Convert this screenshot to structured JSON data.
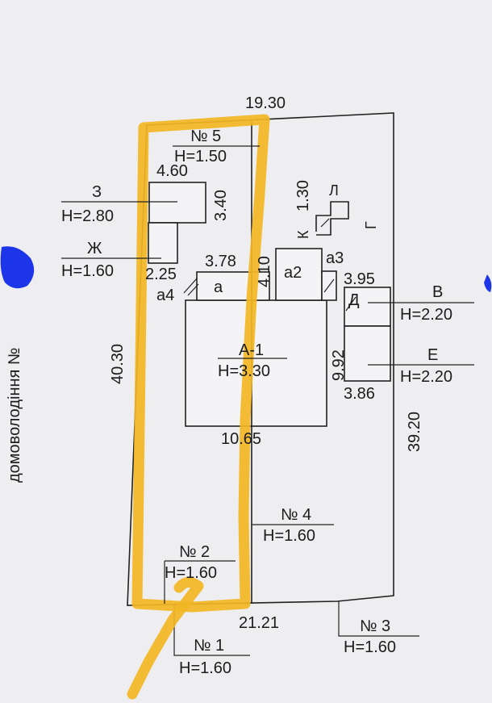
{
  "side_label": "домоволодіння №",
  "dimensions": {
    "top_width": "19.30",
    "bottom_width": "21.21",
    "left_length": "40.30",
    "right_length": "39.20",
    "house_width": "10.65",
    "house_side": "9.92",
    "a_width": "3.78",
    "a_side": "4.10",
    "a3_width": "3.95",
    "e_width": "3.86",
    "zh_width": "2.25",
    "z_width": "4.60",
    "z_side": "3.40",
    "k_side": "1.30"
  },
  "buildings": {
    "main_house": {
      "label": "А-1",
      "height": "Н=3.30"
    },
    "a": {
      "label": "а"
    },
    "a2": {
      "label": "а2"
    },
    "a3": {
      "label": "а3"
    },
    "a4": {
      "label": "а4"
    },
    "d": {
      "label": "Д"
    },
    "k": {
      "label": "К"
    },
    "l": {
      "label": "Л"
    },
    "g": {
      "label": "Г"
    },
    "v": {
      "label": "В",
      "height": "Н=2.20"
    },
    "e": {
      "label": "Е",
      "height": "Н=2.20"
    },
    "z": {
      "label": "З",
      "height": "Н=2.80"
    },
    "zh": {
      "label": "Ж",
      "height": "Н=1.60"
    }
  },
  "fences": {
    "n1": {
      "label": "№ 1",
      "height": "Н=1.60"
    },
    "n2": {
      "label": "№ 2",
      "height": "Н=1.60"
    },
    "n3": {
      "label": "№ 3",
      "height": "Н=1.60"
    },
    "n4": {
      "label": "№ 4",
      "height": "Н=1.60"
    },
    "n5": {
      "label": "№ 5",
      "height": "Н=1.50"
    }
  },
  "colors": {
    "highlight": "#f2b623",
    "ink": "#222222",
    "scribble": "#1d35e8",
    "paper": "#eeeef0"
  }
}
